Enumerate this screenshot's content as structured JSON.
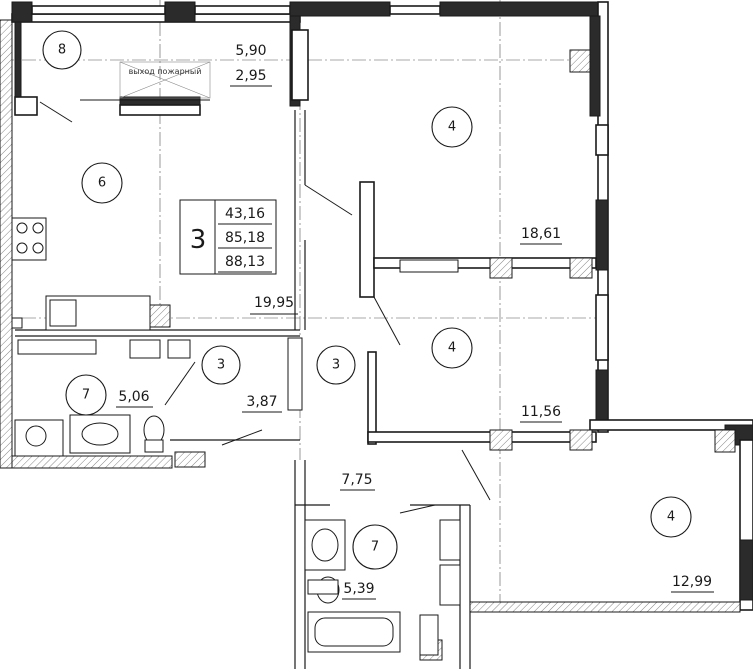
{
  "rooms": [
    {
      "id": "loggia",
      "number": "8",
      "area": "2,95"
    },
    {
      "id": "kitchen-living",
      "number": "6",
      "area": "19,95"
    },
    {
      "id": "bedroom-1",
      "number": "4",
      "area": "18,61"
    },
    {
      "id": "bedroom-2",
      "number": "4",
      "area": "11,56"
    },
    {
      "id": "bedroom-3",
      "number": "4",
      "area": "12,99"
    },
    {
      "id": "hall-1",
      "number": "3",
      "area": "3,87"
    },
    {
      "id": "hall-2",
      "number": "3",
      "area": "7,75"
    },
    {
      "id": "bathroom-1",
      "number": "7",
      "area": "5,06"
    },
    {
      "id": "bathroom-2",
      "number": "7",
      "area": "5,39"
    }
  ],
  "loggia_full_area": "5,90",
  "summary": {
    "room_count": "3",
    "living_area": "43,16",
    "total_area": "85,18",
    "total_area_with_loggia": "88,13"
  },
  "exit_label": "выход пожарный"
}
